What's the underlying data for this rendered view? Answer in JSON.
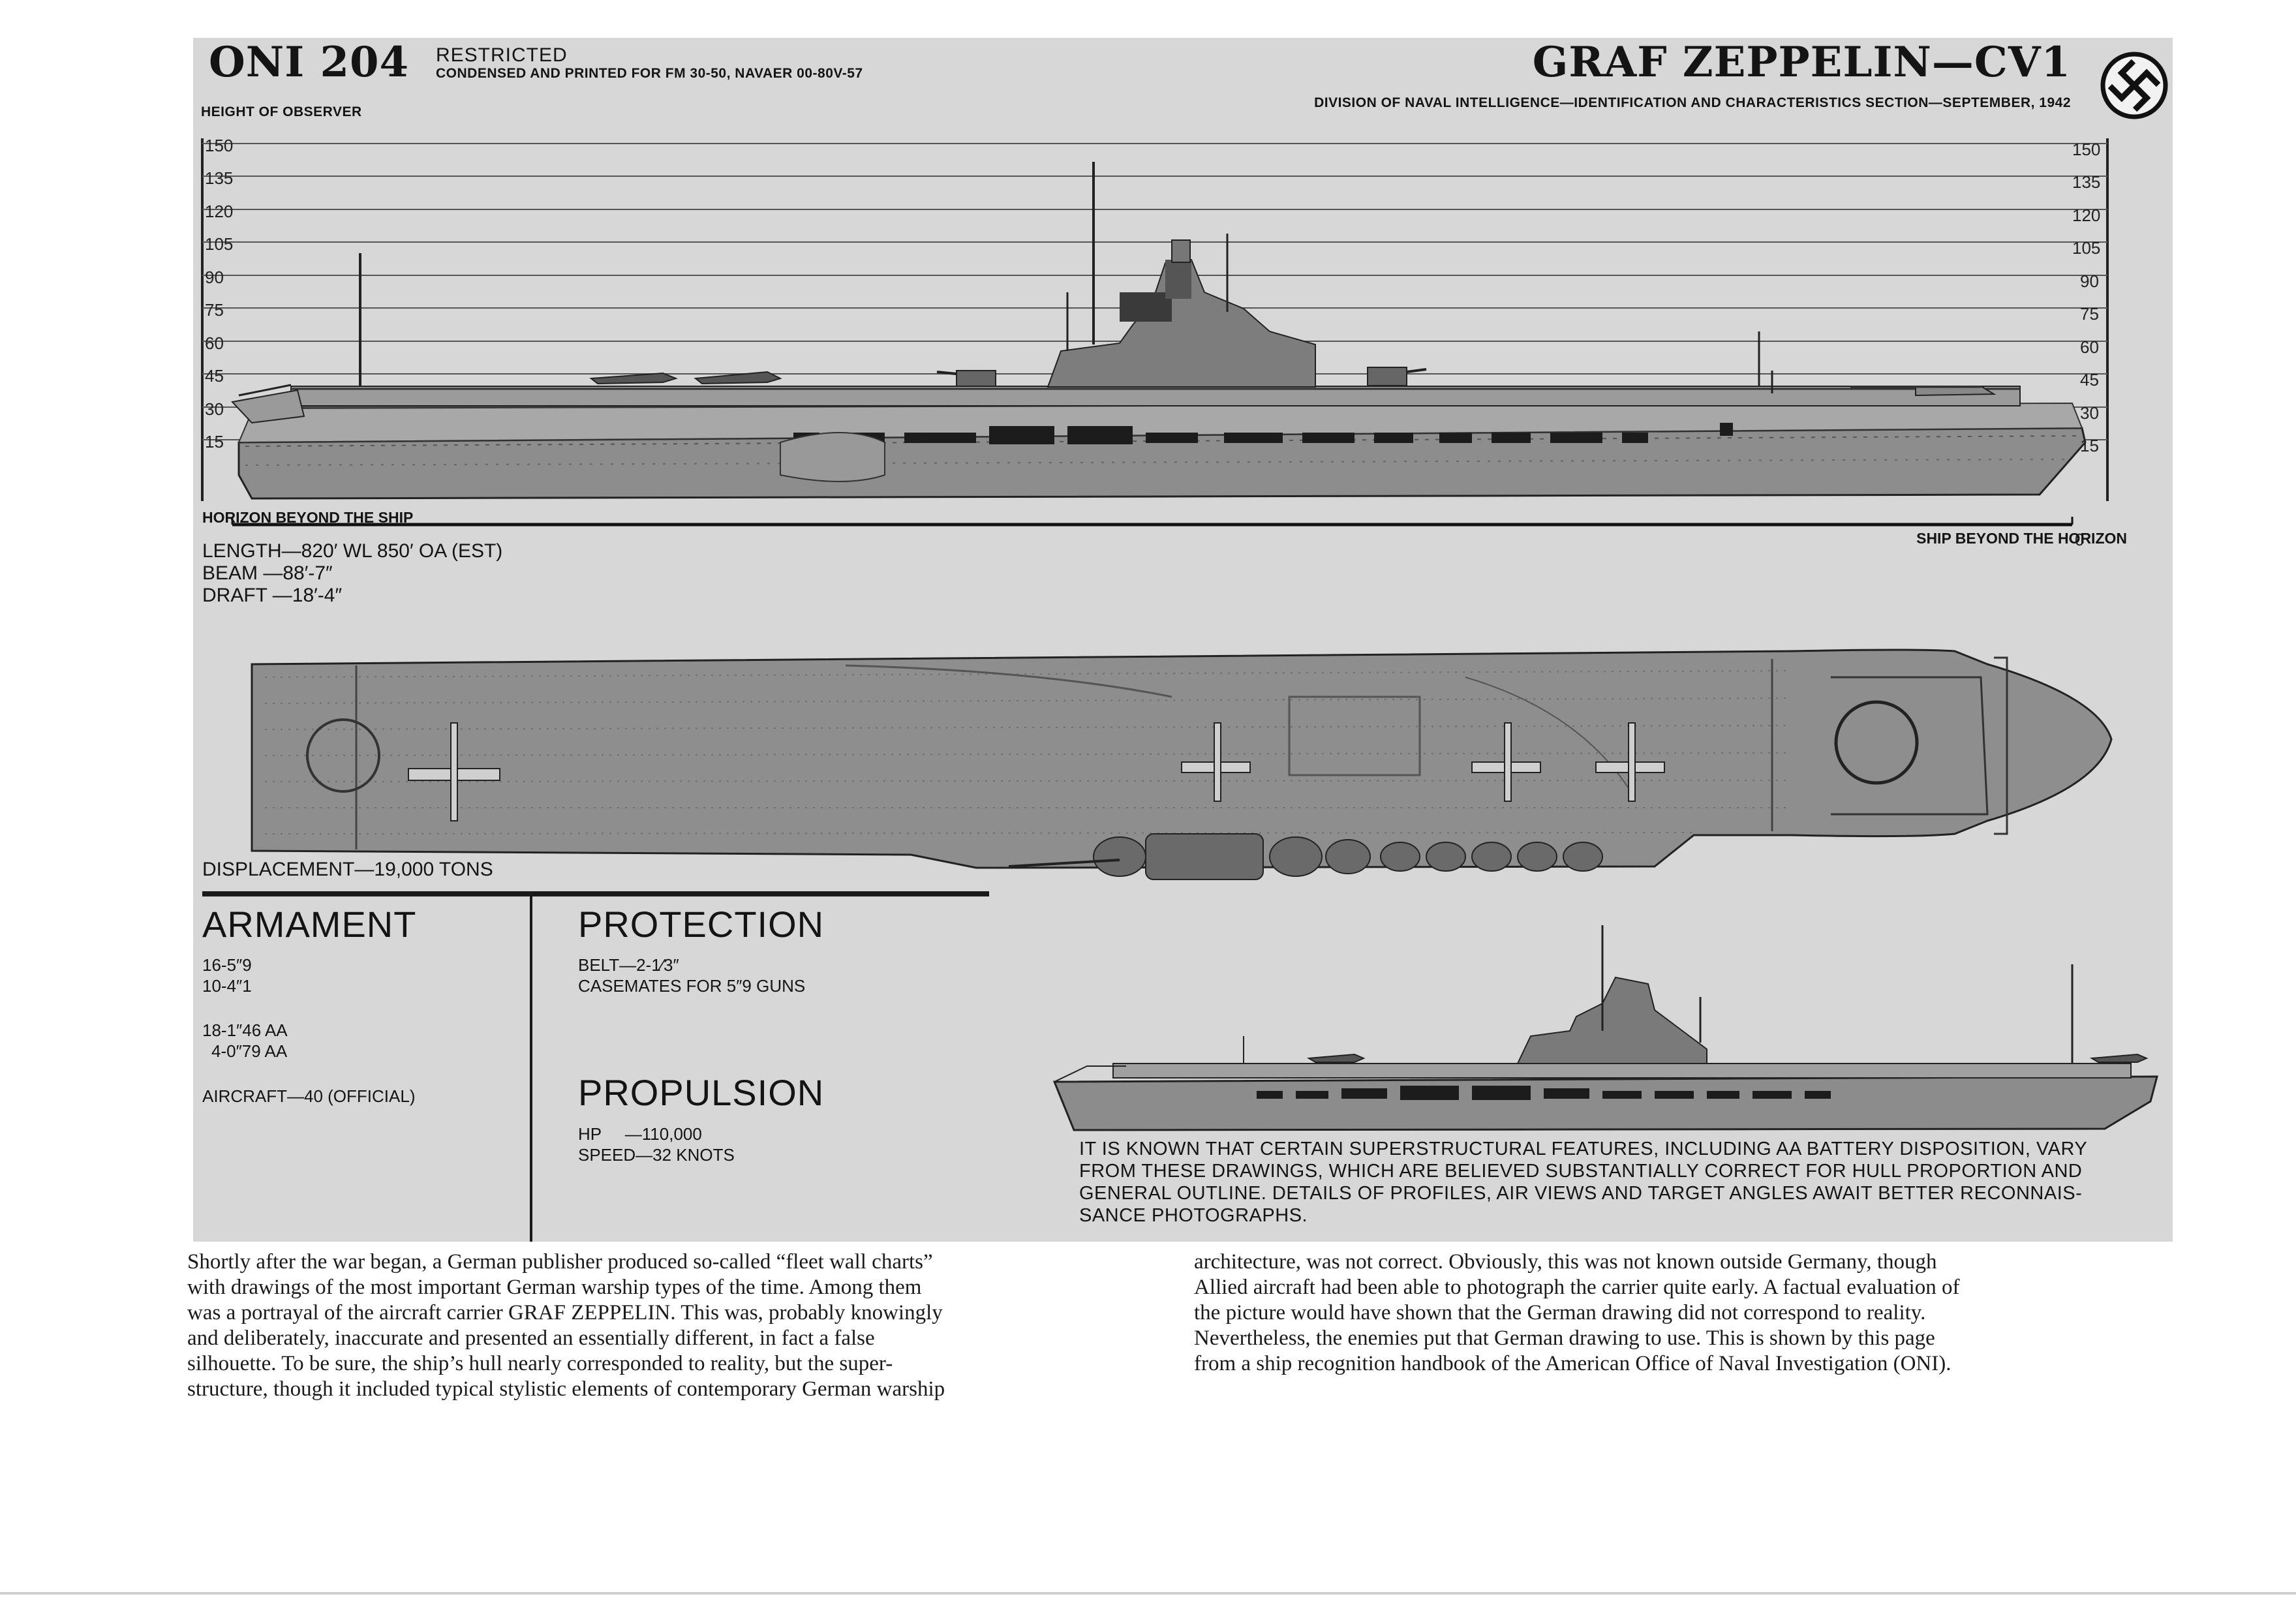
{
  "header": {
    "code": "ONI 204",
    "restricted": "RESTRICTED",
    "condensed": "CONDENSED AND PRINTED FOR FM 30-50, NAVAER 00-80V-57",
    "title": "GRAF ZEPPELIN—CV1",
    "division": "DIVISION OF NAVAL INTELLIGENCE—IDENTIFICATION AND CHARACTERISTICS SECTION—SEPTEMBER, 1942",
    "height_label": "HEIGHT OF OBSERVER",
    "emblem_icon": "swastika-roundel-icon"
  },
  "profile_scale": {
    "left_ticks": [
      "150",
      "135",
      "120",
      "105",
      "90",
      "75",
      "60",
      "45",
      "30",
      "15"
    ],
    "right_ticks": [
      "150",
      "135",
      "120",
      "105",
      "90",
      "75",
      "60",
      "45",
      "30",
      "15"
    ],
    "zero": "0",
    "horizon_left": "HORIZON BEYOND THE SHIP",
    "horizon_right": "SHIP BEYOND THE HORIZON"
  },
  "dimensions": {
    "length": "LENGTH—820′ WL 850′ OA (EST)",
    "beam": "BEAM    —88′-7″",
    "draft": "DRAFT  —18′-4″"
  },
  "displacement": "DISPLACEMENT—19,000 TONS",
  "armament": {
    "title": "ARMAMENT",
    "lines_a": [
      "16-5″9",
      "10-4″1"
    ],
    "lines_b": [
      "18-1″46 AA",
      "4-0″79 AA"
    ],
    "aircraft": "AIRCRAFT—40 (OFFICIAL)"
  },
  "protection": {
    "title": "PROTECTION",
    "lines": [
      "BELT—2-1⁄3″",
      "CASEMATES FOR 5″9 GUNS"
    ]
  },
  "propulsion": {
    "title": "PROPULSION",
    "lines": [
      "HP     —110,000",
      "SPEED—32 KNOTS"
    ]
  },
  "note": [
    "IT IS KNOWN THAT CERTAIN SUPERSTRUCTURAL FEATURES, INCLUDING AA BATTERY DISPOSITION, VARY",
    "FROM THESE DRAWINGS, WHICH ARE BELIEVED SUBSTANTIALLY CORRECT FOR HULL PROPORTION AND",
    "GENERAL OUTLINE.  DETAILS OF PROFILES, AIR VIEWS AND TARGET ANGLES AWAIT BETTER RECONNAIS-",
    "SANCE PHOTOGRAPHS."
  ],
  "caption_left": [
    "Shortly after the war began, a German publisher produced so-called “fleet wall charts”",
    "with drawings of the most important German warship types of the time. Among them",
    "was a portrayal of the aircraft carrier GRAF ZEPPELIN. This was, probably knowingly",
    "and deliberately, inaccurate and presented an essentially different, in fact a false",
    "silhouette. To be sure, the ship’s hull nearly corresponded to reality, but the super-",
    "structure, though it included typical stylistic elements of contemporary German warship"
  ],
  "caption_right": [
    "architecture, was not correct. Obviously, this was not known outside Germany, though",
    "Allied aircraft had been able to photograph the carrier quite early. A factual evaluation of",
    "the picture would have shown that the German drawing did not correspond to reality.",
    "Nevertheless, the enemies put that German drawing to use. This is shown by this page",
    "from a ship recognition handbook of the American Office of Naval Investigation (ONI)."
  ]
}
